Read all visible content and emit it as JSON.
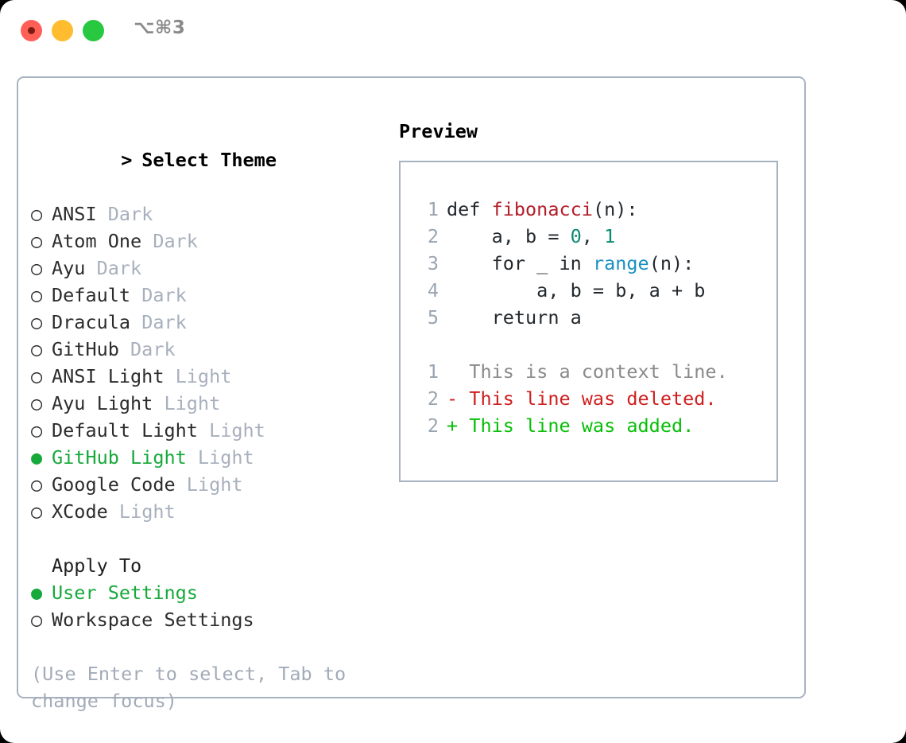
{
  "titlebar": {
    "shortcut": "⌥⌘3",
    "lights": [
      "close-light",
      "minimize-light",
      "maximize-light"
    ]
  },
  "theme_list": {
    "header": {
      "marker": ">",
      "label": "Select Theme"
    },
    "items": [
      {
        "marker": "○",
        "name": "ANSI",
        "variant": "Dark",
        "selected": false
      },
      {
        "marker": "○",
        "name": "Atom One",
        "variant": "Dark",
        "selected": false
      },
      {
        "marker": "○",
        "name": "Ayu",
        "variant": "Dark",
        "selected": false
      },
      {
        "marker": "○",
        "name": "Default",
        "variant": "Dark",
        "selected": false
      },
      {
        "marker": "○",
        "name": "Dracula",
        "variant": "Dark",
        "selected": false
      },
      {
        "marker": "○",
        "name": "GitHub",
        "variant": "Dark",
        "selected": false
      },
      {
        "marker": "○",
        "name": "ANSI Light",
        "variant": "Light",
        "selected": false
      },
      {
        "marker": "○",
        "name": "Ayu Light",
        "variant": "Light",
        "selected": false
      },
      {
        "marker": "○",
        "name": "Default Light",
        "variant": "Light",
        "selected": false
      },
      {
        "marker": "●",
        "name": "GitHub Light",
        "variant": "Light",
        "selected": true
      },
      {
        "marker": "○",
        "name": "Google Code",
        "variant": "Light",
        "selected": false
      },
      {
        "marker": "○",
        "name": "XCode",
        "variant": "Light",
        "selected": false
      }
    ]
  },
  "apply_to": {
    "label": "Apply To",
    "items": [
      {
        "marker": "●",
        "name": "User Settings",
        "selected": true
      },
      {
        "marker": "○",
        "name": "Workspace Settings",
        "selected": false
      }
    ]
  },
  "hint": "(Use Enter to select, Tab to change focus)",
  "preview": {
    "title": "Preview",
    "code_lines": [
      {
        "n": "1",
        "parts": [
          {
            "t": "def ",
            "c": "plain"
          },
          {
            "t": "fibonacci",
            "c": "fn"
          },
          {
            "t": "(n):",
            "c": "plain"
          }
        ]
      },
      {
        "n": "2",
        "parts": [
          {
            "t": "    a, b = ",
            "c": "plain"
          },
          {
            "t": "0",
            "c": "num"
          },
          {
            "t": ", ",
            "c": "plain"
          },
          {
            "t": "1",
            "c": "num"
          }
        ]
      },
      {
        "n": "3",
        "parts": [
          {
            "t": "    for _ in ",
            "c": "plain"
          },
          {
            "t": "range",
            "c": "call"
          },
          {
            "t": "(n):",
            "c": "plain"
          }
        ]
      },
      {
        "n": "4",
        "parts": [
          {
            "t": "        a, b = b, a + b",
            "c": "plain"
          }
        ]
      },
      {
        "n": "5",
        "parts": [
          {
            "t": "    return a",
            "c": "plain"
          }
        ]
      }
    ],
    "diff_lines": [
      {
        "n": "1",
        "sign": " ",
        "text": "This is a context line.",
        "kind": "ctx"
      },
      {
        "n": "2",
        "sign": "-",
        "text": "This line was deleted.",
        "kind": "del"
      },
      {
        "n": "2",
        "sign": "+",
        "text": "This line was added.",
        "kind": "add"
      }
    ]
  },
  "colors": {
    "selected_green": "#17a93c",
    "diff_add_green": "#07bf07",
    "diff_del_red": "#cf1f1f",
    "muted": "#a7b0bd",
    "border": "#a8b3c2",
    "token_function": "#b31d28",
    "token_number": "#0b8a72",
    "token_call": "#1a8fc4"
  }
}
